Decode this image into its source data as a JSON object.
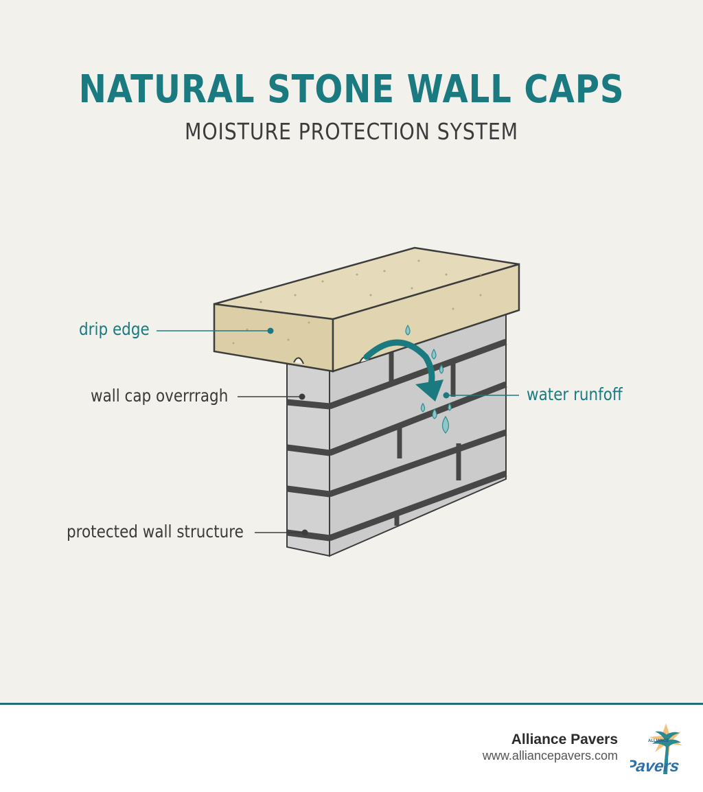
{
  "header": {
    "title": "NATURAL STONE WALL CAPS",
    "subtitle": "MOISTURE PROTECTION SYSTEM"
  },
  "labels": {
    "drip_edge": "drip edge",
    "wall_cap_overhang": "wall cap overrragh",
    "water_runoff": "water runfoff",
    "protected_wall": "protected wall structure"
  },
  "footer": {
    "brand_name": "Alliance Pavers",
    "brand_url": "www.alliancepavers.com",
    "logo_text_top": "ALLIANCE",
    "logo_text_main": "Pavers"
  },
  "colors": {
    "accent_teal": "#1a7a80",
    "stone": "#e3d7b8",
    "brick": "#c9c9c9",
    "mortar": "#4a4a4a",
    "background": "#f3f1ec"
  },
  "icons": [
    "water-drop-icon",
    "curved-arrow-icon",
    "logo-icon"
  ]
}
